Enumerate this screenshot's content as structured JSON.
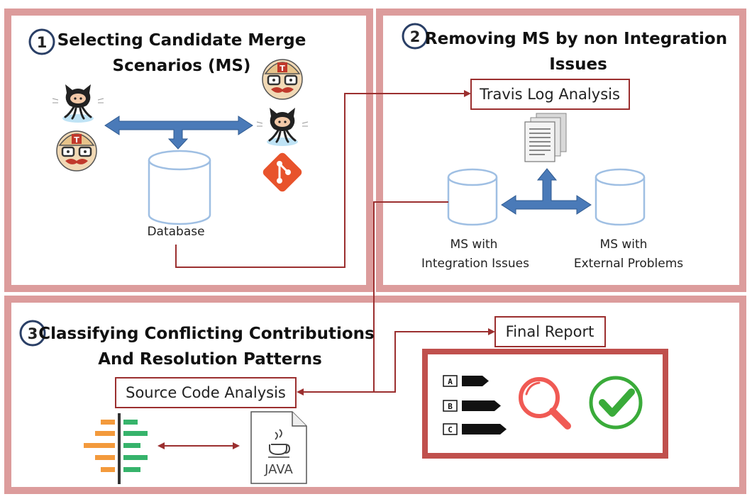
{
  "panels": {
    "p1": {
      "number": "1",
      "title_line1": "Selecting Candidate Merge",
      "title_line2": "Scenarios (MS)",
      "db_label": "Database"
    },
    "p2": {
      "number": "2",
      "title_line1": "Removing MS by non Integration",
      "title_line2": "Issues",
      "box_label": "Travis Log Analysis",
      "db_left_line1": "MS with",
      "db_left_line2": "Integration Issues",
      "db_right_line1": "MS with",
      "db_right_line2": "External Problems"
    },
    "p3": {
      "number": "3",
      "title_line1": "Classifying Conflicting Contributions",
      "title_line2": "And Resolution Patterns",
      "source_box": "Source Code Analysis",
      "report_box": "Final Report",
      "java_label": "JAVA",
      "report_items": [
        "A",
        "B",
        "C"
      ]
    }
  },
  "colors": {
    "panel_border": "#dc9c9c",
    "connector": "#9b2f2f",
    "arrow_blue": "#4a7ab8",
    "db_outline": "#9fbfe3",
    "orange": "#f39a3c",
    "green": "#36b36b",
    "magnifier": "#f05a54",
    "check": "#3aab3a"
  },
  "icons": [
    "github-octocat-icon",
    "travis-ci-mascot-icon",
    "git-logo-icon",
    "documents-icon",
    "diff-bars-icon",
    "java-file-icon",
    "magnifier-icon",
    "checkmark-icon"
  ]
}
